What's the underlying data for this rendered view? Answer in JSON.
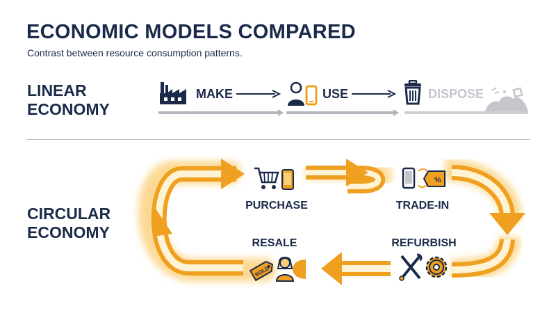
{
  "title": "ECONOMIC MODELS COMPARED",
  "subtitle": "Contrast between resource consumption patterns.",
  "linear": {
    "label_line1": "LINEAR",
    "label_line2": "ECONOMY",
    "steps": [
      {
        "label": "MAKE",
        "icon": "factory-icon"
      },
      {
        "label": "USE",
        "icon": "user-phone-icon"
      },
      {
        "label": "DISPOSE",
        "icon": "trash-can-icon"
      }
    ],
    "end_icon": "waste-pile-icon"
  },
  "circular": {
    "label_line1": "CIRCULAR",
    "label_line2": "ECONOMY",
    "steps": [
      {
        "label": "PURCHASE",
        "icon": "shopping-cart-phone-icon"
      },
      {
        "label": "TRADE-IN",
        "icon": "phone-discount-tag-icon"
      },
      {
        "label": "REFURBISH",
        "icon": "tools-gear-icon"
      },
      {
        "label": "RESALE",
        "icon": "sold-tag-person-icon"
      }
    ],
    "tag_text": "SOLD"
  },
  "colors": {
    "navy": "#1b2a4a",
    "gray": "#c4c6cc",
    "orange": "#f0a020",
    "orange_light": "#fbd07a"
  }
}
